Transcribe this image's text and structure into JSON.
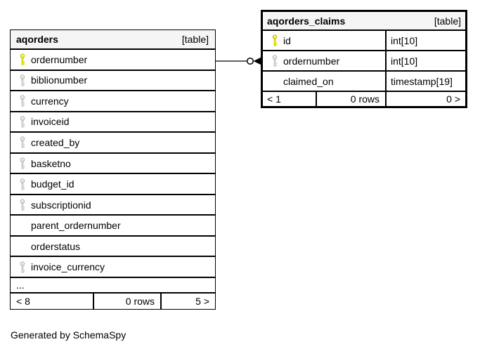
{
  "page": {
    "credit": "Generated by SchemaSpy",
    "background": "#ffffff"
  },
  "colors": {
    "header_bg": "#f5f5f5",
    "border": "#000000",
    "primary_key_color": "#e3e300",
    "indexed_key_color": "#d6d6d6"
  },
  "relationship": {
    "from_table": "aqorders",
    "from_column": "ordernumber",
    "to_table": "aqorders_claims",
    "to_column": "ordernumber",
    "terminator": "open-circle-crowfoot"
  },
  "tables": [
    {
      "name": "aqorders",
      "badge": "[table]",
      "columns": [
        {
          "name": "ordernumber",
          "key": "primary"
        },
        {
          "name": "biblionumber",
          "key": "indexed"
        },
        {
          "name": "currency",
          "key": "indexed"
        },
        {
          "name": "invoiceid",
          "key": "indexed"
        },
        {
          "name": "created_by",
          "key": "indexed"
        },
        {
          "name": "basketno",
          "key": "indexed"
        },
        {
          "name": "budget_id",
          "key": "indexed"
        },
        {
          "name": "subscriptionid",
          "key": "indexed"
        },
        {
          "name": "parent_ordernumber",
          "key": "none"
        },
        {
          "name": "orderstatus",
          "key": "none"
        },
        {
          "name": "invoice_currency",
          "key": "indexed"
        }
      ],
      "truncation_indicator": "...",
      "footer": {
        "left": "< 8",
        "center": "0 rows",
        "right": "5 >"
      }
    },
    {
      "name": "aqorders_claims",
      "badge": "[table]",
      "columns": [
        {
          "name": "id",
          "type": "int[10]",
          "key": "primary"
        },
        {
          "name": "ordernumber",
          "type": "int[10]",
          "key": "indexed"
        },
        {
          "name": "claimed_on",
          "type": "timestamp[19]",
          "key": "none"
        }
      ],
      "footer": {
        "left": "< 1",
        "center": "0 rows",
        "right": "0 >"
      }
    }
  ]
}
